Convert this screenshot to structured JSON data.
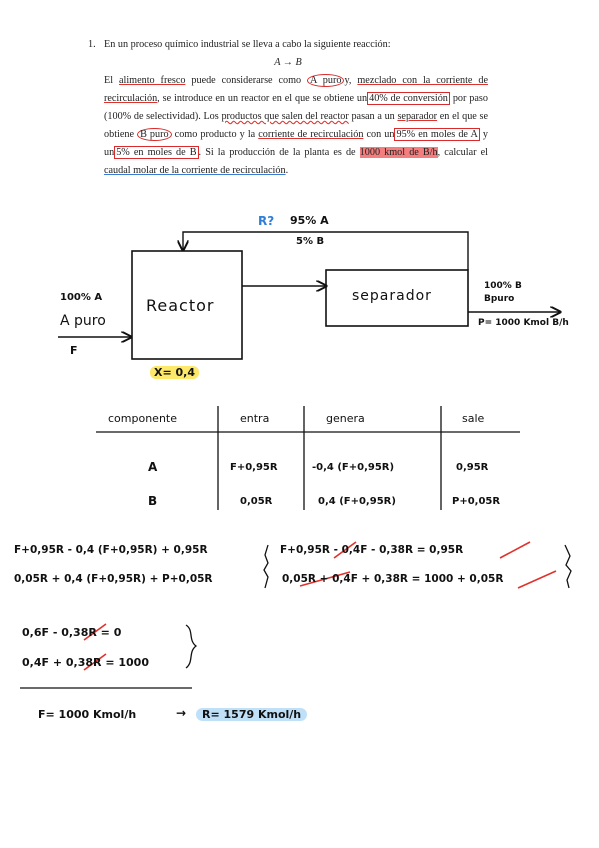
{
  "problem": {
    "number": "1.",
    "heading": "En un proceso químico industrial se lleva a cabo la siguiente reacción:",
    "reaction": "A → B",
    "t1": "El ",
    "t2": "alimento fresco",
    "t3": " puede considerarse como ",
    "t4": "A puro",
    "t5": "y, ",
    "t6": "mezclado con la corriente de recirculación",
    "t7": ", se introduce en un reactor en el que se obtiene un",
    "t8": "40% de conversión",
    "t9": " por paso (100% de selectividad). Los ",
    "t10": "productos que salen del reactor",
    "t11": " pasan a un ",
    "t12": "separador",
    "t13": " en el que se obtiene ",
    "t14": "B puro",
    "t15": " como producto y la ",
    "t16": "corriente de recirculación",
    "t17": " con un",
    "t18": "95% en moles de A",
    "t19": " y un",
    "t20": "5% en moles de B",
    "t21": ". Si la producción de la planta es de ",
    "t22": "1000 kmol de B/h",
    "t23": ", calcular el ",
    "t24": "caudal molar de la corriente de recirculación",
    "t25": "."
  },
  "diagram": {
    "recycle_q": "R?",
    "recycle_a": "95% A",
    "recycle_b": "5% B",
    "reactor_label": "Reactor",
    "separator_label": "separador",
    "feed_pct": "100% A",
    "feed_name": "A puro",
    "feed_var": "F",
    "product_pct": "100% B",
    "product_name": "Bpuro",
    "product_flow": "P= 1000 Kmol B/h",
    "conversion": "X= 0,4"
  },
  "table": {
    "headers": [
      "componente",
      "entra",
      "genera",
      "sale"
    ],
    "rows": [
      [
        "A",
        "F+0,95R",
        "-0,4 (F+0,95R)",
        "0,95R"
      ],
      [
        "B",
        "0,05R",
        "0,4 (F+0,95R)",
        "P+0,05R"
      ]
    ]
  },
  "equations": {
    "eq1_left": "F+0,95R - 0,4 (F+0,95R) + 0,95R",
    "eq2_left": "0,05R + 0,4 (F+0,95R) + P+0,05R",
    "eq1_right": "F+0,95R - 0,4F - 0,38R = 0,95R",
    "eq2_right": "0,05R + 0,4F + 0,38R = 1000 + 0,05R",
    "eq3": "0,6F - 0,38R = 0",
    "eq4": "0,4F + 0,38R = 1000",
    "result_f": "F= 1000 Kmol/h",
    "arrow": "→",
    "result_r": "R= 1579 Kmol/h"
  }
}
